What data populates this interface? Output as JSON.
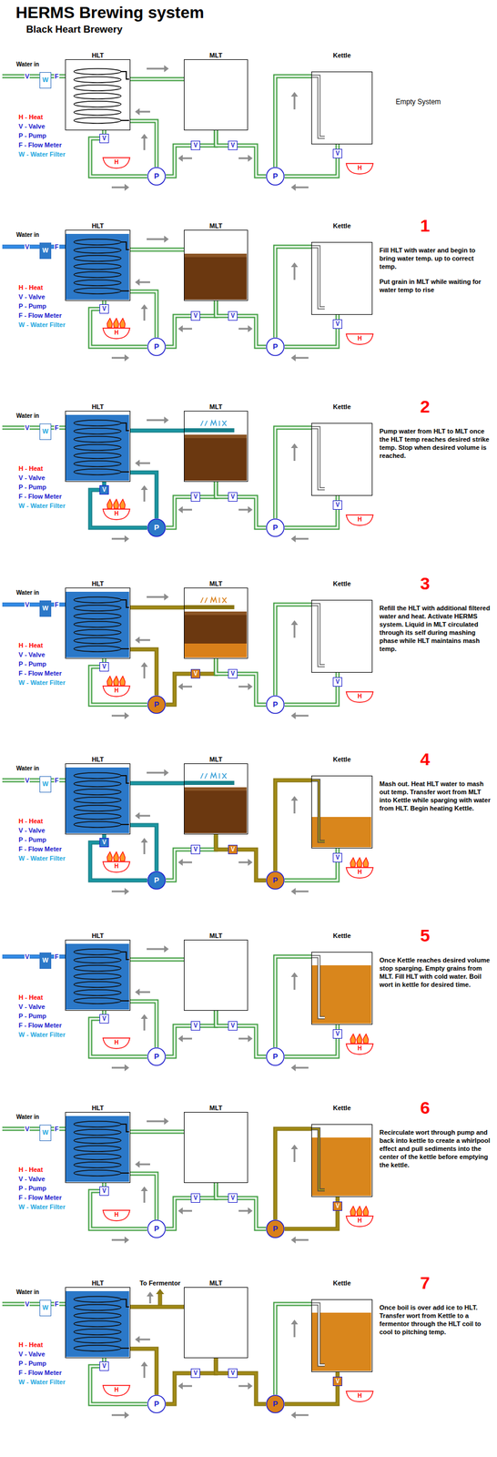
{
  "diagram": {
    "title": "HERMS Brewing system",
    "nodes": [
      {
        "text": [
          "W"
        ]
      },
      {
        "text": [
          "HLT"
        ]
      },
      {
        "text": [
          "MLT"
        ]
      },
      {
        "text": [
          "Kettle"
        ]
      },
      {
        "text": [
          "V"
        ]
      },
      {
        "text": [
          "V"
        ]
      },
      {
        "text": [
          "V"
        ]
      },
      {
        "text": [
          "V"
        ]
      },
      {
        "text": [
          "H"
        ]
      },
      {
        "text": [
          "P"
        ]
      },
      {
        "text": [
          "P"
        ]
      },
      {
        "text": [
          "H"
        ]
      },
      {
        "text": [
          "W"
        ]
      },
      {
        "text": [
          "HLT"
        ]
      },
      {
        "text": [
          "MLT"
        ]
      },
      {
        "text": [
          "Kettle"
        ]
      },
      {
        "text": [
          "V"
        ]
      },
      {
        "text": [
          "V"
        ]
      },
      {
        "text": [
          "V"
        ]
      },
      {
        "text": [
          "V"
        ]
      },
      {
        "text": [
          "H"
        ]
      },
      {
        "text": [
          "P"
        ]
      },
      {
        "text": [
          "P"
        ]
      },
      {
        "text": [
          "H"
        ]
      },
      {
        "text": [
          "W"
        ]
      },
      {
        "text": [
          "HLT"
        ]
      },
      {
        "text": [
          "MLT"
        ]
      },
      {
        "text": [
          "Kettle"
        ]
      },
      {
        "text": [
          "V"
        ]
      },
      {
        "text": [
          "V"
        ]
      },
      {
        "text": [
          "V"
        ]
      },
      {
        "text": [
          "V"
        ]
      },
      {
        "text": [
          "H"
        ]
      },
      {
        "text": [
          "P"
        ]
      },
      {
        "text": [
          "P"
        ]
      },
      {
        "text": [
          "H"
        ]
      },
      {
        "text": [
          "W"
        ]
      },
      {
        "text": [
          "HLT"
        ]
      },
      {
        "text": [
          "MLT"
        ]
      },
      {
        "text": [
          "Kettle"
        ]
      },
      {
        "text": [
          "V"
        ]
      },
      {
        "text": [
          "V"
        ]
      },
      {
        "text": [
          "V"
        ]
      },
      {
        "text": [
          "V"
        ]
      },
      {
        "text": [
          "H"
        ]
      },
      {
        "text": [
          "P"
        ]
      },
      {
        "text": [
          "P"
        ]
      },
      {
        "text": [
          "H"
        ]
      },
      {
        "text": [
          "W"
        ]
      },
      {
        "text": [
          "HLT"
        ]
      },
      {
        "text": [
          "MLT"
        ]
      },
      {
        "text": [
          "Kettle"
        ]
      },
      {
        "text": [
          "V"
        ]
      },
      {
        "text": [
          "V"
        ]
      },
      {
        "text": [
          "V"
        ]
      },
      {
        "text": [
          "V"
        ]
      },
      {
        "text": [
          "H"
        ]
      },
      {
        "text": [
          "P"
        ]
      },
      {
        "text": [
          "P"
        ]
      },
      {
        "text": [
          "H"
        ]
      },
      {
        "text": [
          "W"
        ]
      },
      {
        "text": [
          "HLT"
        ]
      },
      {
        "text": [
          "MLT"
        ]
      },
      {
        "text": [
          "Kettle"
        ]
      },
      {
        "text": [
          "V"
        ]
      },
      {
        "text": [
          "V"
        ]
      },
      {
        "text": [
          "V"
        ]
      },
      {
        "text": [
          "V"
        ]
      },
      {
        "text": [
          "H"
        ]
      },
      {
        "text": [
          "P"
        ]
      },
      {
        "text": [
          "P"
        ]
      },
      {
        "text": [
          "H"
        ]
      },
      {
        "text": [
          "W"
        ]
      },
      {
        "text": [
          "HLT"
        ]
      },
      {
        "text": [
          "MLT"
        ]
      },
      {
        "text": [
          "Kettle"
        ]
      },
      {
        "text": [
          "V"
        ]
      },
      {
        "text": [
          "V"
        ]
      },
      {
        "text": [
          "V"
        ]
      },
      {
        "text": [
          "V"
        ]
      },
      {
        "text": [
          "H"
        ]
      },
      {
        "text": [
          "P"
        ]
      },
      {
        "text": [
          "P"
        ]
      },
      {
        "text": [
          "H"
        ]
      },
      {
        "text": [
          "W"
        ]
      },
      {
        "text": [
          "HLT"
        ]
      },
      {
        "text": [
          "MLT"
        ]
      },
      {
        "text": [
          "Kettle"
        ]
      },
      {
        "text": [
          "V"
        ]
      },
      {
        "text": [
          "V"
        ]
      },
      {
        "text": [
          "V"
        ]
      },
      {
        "text": [
          "V"
        ]
      },
      {
        "text": [
          "H"
        ]
      },
      {
        "text": [
          "P"
        ]
      },
      {
        "text": [
          "P"
        ]
      },
      {
        "text": [
          "H"
        ]
      }
    ],
    "edges": [
      {
        "from": 0,
        "to": 1,
        "arrow": "none"
      },
      {
        "from": 1,
        "to": 4,
        "arrow": "none"
      },
      {
        "from": 4,
        "to": 9,
        "arrow": "none"
      },
      {
        "from": 9,
        "to": 1,
        "arrow": "none"
      },
      {
        "from": 1,
        "to": 2,
        "arrow": "none"
      },
      {
        "from": 2,
        "to": 5,
        "arrow": "none"
      },
      {
        "from": 2,
        "to": 6,
        "arrow": "none"
      },
      {
        "from": 5,
        "to": 9,
        "arrow": "none"
      },
      {
        "from": 6,
        "to": 10,
        "arrow": "none"
      },
      {
        "from": 10,
        "to": 3,
        "arrow": "none"
      },
      {
        "from": 3,
        "to": 7,
        "arrow": "none"
      },
      {
        "from": 7,
        "to": 10,
        "arrow": "none"
      },
      {
        "from": 12,
        "to": 13,
        "arrow": "none"
      },
      {
        "from": 13,
        "to": 16,
        "arrow": "none"
      },
      {
        "from": 16,
        "to": 21,
        "arrow": "none"
      },
      {
        "from": 21,
        "to": 13,
        "arrow": "none"
      },
      {
        "from": 13,
        "to": 14,
        "arrow": "none"
      },
      {
        "from": 14,
        "to": 17,
        "arrow": "none"
      },
      {
        "from": 14,
        "to": 18,
        "arrow": "none"
      },
      {
        "from": 17,
        "to": 21,
        "arrow": "none"
      },
      {
        "from": 18,
        "to": 22,
        "arrow": "none"
      },
      {
        "from": 22,
        "to": 15,
        "arrow": "none"
      },
      {
        "from": 15,
        "to": 19,
        "arrow": "none"
      },
      {
        "from": 19,
        "to": 22,
        "arrow": "none"
      },
      {
        "from": 24,
        "to": 25,
        "arrow": "none"
      },
      {
        "from": 25,
        "to": 28,
        "arrow": "none"
      },
      {
        "from": 28,
        "to": 33,
        "arrow": "none"
      },
      {
        "from": 33,
        "to": 25,
        "arrow": "none"
      },
      {
        "from": 25,
        "to": 26,
        "arrow": "none"
      },
      {
        "from": 26,
        "to": 29,
        "arrow": "none"
      },
      {
        "from": 26,
        "to": 30,
        "arrow": "none"
      },
      {
        "from": 29,
        "to": 33,
        "arrow": "none"
      },
      {
        "from": 30,
        "to": 34,
        "arrow": "none"
      },
      {
        "from": 34,
        "to": 27,
        "arrow": "none"
      },
      {
        "from": 27,
        "to": 31,
        "arrow": "none"
      },
      {
        "from": 31,
        "to": 34,
        "arrow": "none"
      },
      {
        "from": 36,
        "to": 37,
        "arrow": "none"
      },
      {
        "from": 37,
        "to": 40,
        "arrow": "none"
      },
      {
        "from": 40,
        "to": 45,
        "arrow": "none"
      },
      {
        "from": 45,
        "to": 37,
        "arrow": "none"
      },
      {
        "from": 37,
        "to": 38,
        "arrow": "none"
      },
      {
        "from": 38,
        "to": 41,
        "arrow": "none"
      },
      {
        "from": 38,
        "to": 42,
        "arrow": "none"
      },
      {
        "from": 41,
        "to": 45,
        "arrow": "none"
      },
      {
        "from": 42,
        "to": 46,
        "arrow": "none"
      },
      {
        "from": 46,
        "to": 39,
        "arrow": "none"
      },
      {
        "from": 39,
        "to": 43,
        "arrow": "none"
      },
      {
        "from": 43,
        "to": 46,
        "arrow": "none"
      },
      {
        "from": 48,
        "to": 49,
        "arrow": "none"
      },
      {
        "from": 49,
        "to": 52,
        "arrow": "none"
      },
      {
        "from": 52,
        "to": 57,
        "arrow": "none"
      },
      {
        "from": 57,
        "to": 49,
        "arrow": "none"
      },
      {
        "from": 49,
        "to": 50,
        "arrow": "none"
      },
      {
        "from": 50,
        "to": 53,
        "arrow": "none"
      },
      {
        "from": 50,
        "to": 54,
        "arrow": "none"
      },
      {
        "from": 53,
        "to": 57,
        "arrow": "none"
      },
      {
        "from": 54,
        "to": 58,
        "arrow": "none"
      },
      {
        "from": 58,
        "to": 51,
        "arrow": "none"
      },
      {
        "from": 51,
        "to": 55,
        "arrow": "none"
      },
      {
        "from": 55,
        "to": 58,
        "arrow": "none"
      },
      {
        "from": 60,
        "to": 61,
        "arrow": "none"
      },
      {
        "from": 61,
        "to": 64,
        "arrow": "none"
      },
      {
        "from": 64,
        "to": 69,
        "arrow": "none"
      },
      {
        "from": 69,
        "to": 61,
        "arrow": "none"
      },
      {
        "from": 61,
        "to": 62,
        "arrow": "none"
      },
      {
        "from": 62,
        "to": 65,
        "arrow": "none"
      },
      {
        "from": 62,
        "to": 66,
        "arrow": "none"
      },
      {
        "from": 65,
        "to": 69,
        "arrow": "none"
      },
      {
        "from": 66,
        "to": 70,
        "arrow": "none"
      },
      {
        "from": 70,
        "to": 63,
        "arrow": "none"
      },
      {
        "from": 63,
        "to": 67,
        "arrow": "none"
      },
      {
        "from": 67,
        "to": 70,
        "arrow": "none"
      },
      {
        "from": 72,
        "to": 73,
        "arrow": "none"
      },
      {
        "from": 73,
        "to": 76,
        "arrow": "none"
      },
      {
        "from": 76,
        "to": 81,
        "arrow": "none"
      },
      {
        "from": 81,
        "to": 73,
        "arrow": "none"
      },
      {
        "from": 73,
        "to": 74,
        "arrow": "none"
      },
      {
        "from": 74,
        "to": 77,
        "arrow": "none"
      },
      {
        "from": 74,
        "to": 78,
        "arrow": "none"
      },
      {
        "from": 77,
        "to": 81,
        "arrow": "none"
      },
      {
        "from": 78,
        "to": 82,
        "arrow": "none"
      },
      {
        "from": 82,
        "to": 75,
        "arrow": "none"
      },
      {
        "from": 75,
        "to": 79,
        "arrow": "none"
      },
      {
        "from": 79,
        "to": 82,
        "arrow": "none"
      },
      {
        "from": 84,
        "to": 85,
        "arrow": "none"
      },
      {
        "from": 85,
        "to": 88,
        "arrow": "none"
      },
      {
        "from": 88,
        "to": 93,
        "arrow": "none"
      },
      {
        "from": 93,
        "to": 85,
        "arrow": "none"
      },
      {
        "from": 85,
        "to": 86,
        "arrow": "none"
      },
      {
        "from": 86,
        "to": 89,
        "arrow": "none"
      },
      {
        "from": 86,
        "to": 90,
        "arrow": "none"
      },
      {
        "from": 89,
        "to": 93,
        "arrow": "none"
      },
      {
        "from": 90,
        "to": 94,
        "arrow": "none"
      },
      {
        "from": 94,
        "to": 87,
        "arrow": "none"
      },
      {
        "from": 87,
        "to": 91,
        "arrow": "none"
      },
      {
        "from": 91,
        "to": 94,
        "arrow": "none"
      }
    ],
    "labels": [
      "Black Heart Brewery",
      "Water in",
      "V",
      "F",
      "Empty System",
      "Water in",
      "V",
      "F",
      "1",
      "Fill HLT with water and begin to bring water temp. up to correct temp.",
      "Put grain in MLT while waiting for water temp to rise",
      "Water in",
      "V",
      "F",
      "2",
      "Pump water from HLT to MLT once the HLT temp reaches desired strike temp. Stop when desired volume is reached.",
      "Water in",
      "V",
      "F",
      "3",
      "Refill the HLT with additional filtered water and heat. Activate HERMS system. Liquid in MLT circulated through its self during mashing phase while HLT maintains mash temp.",
      "Water in",
      "V",
      "F",
      "4",
      "Mash out. Heat HLT water to mash out temp. Transfer wort from MLT into Kettle while sparging with water from HLT. Begin heating Kettle.",
      "V",
      "F",
      "5",
      "Once Kettle reaches desired volume stop sparging. Empty grains from MLT. Fill HLT with cold water. Boil wort in kettle for desired time.",
      "Water in",
      "V",
      "F",
      "6",
      "Recirculate wort through pump and back into kettle to create a whirlpool effect and pull sediments into the center of the kettle before emptying the kettle.",
      "Water in",
      "V",
      "F",
      "To Fermentor",
      "7",
      "Once boil is over add ice to HLT. Transfer wort from Kettle to a fermentor through the HLT coil to cool to pitching temp."
    ],
    "legend": [
      {
        "text": "H - Heat"
      },
      {
        "text": "V - Valve"
      },
      {
        "text": "P - Pump"
      },
      {
        "text": "F - Flow Meter"
      },
      {
        "text": "W - Water Filter"
      },
      {
        "text": "H - Heat"
      },
      {
        "text": "V - Valve"
      },
      {
        "text": "P - Pump"
      },
      {
        "text": "F - Flow Meter"
      },
      {
        "text": "W - Water Filter"
      },
      {
        "text": "H - Heat"
      },
      {
        "text": "V - Valve"
      },
      {
        "text": "P - Pump"
      },
      {
        "text": "F - Flow Meter"
      },
      {
        "text": "W - Water Filter"
      },
      {
        "text": "H - Heat"
      },
      {
        "text": "V - Valve"
      },
      {
        "text": "P - Pump"
      },
      {
        "text": "F - Flow Meter"
      },
      {
        "text": "W - Water Filter"
      },
      {
        "text": "H - Heat"
      },
      {
        "text": "V - Valve"
      },
      {
        "text": "P - Pump"
      },
      {
        "text": "F - Flow Meter"
      },
      {
        "text": "W - Water Filter"
      },
      {
        "text": "H - Heat"
      },
      {
        "text": "V - Valve"
      },
      {
        "text": "P - Pump"
      },
      {
        "text": "F - Flow Meter"
      },
      {
        "text": "W - Water Filter"
      },
      {
        "text": "H - Heat"
      },
      {
        "text": "V - Valve"
      },
      {
        "text": "P - Pump"
      },
      {
        "text": "F - Flow Meter"
      },
      {
        "text": "W - Water Filter"
      },
      {
        "text": "H - Heat"
      },
      {
        "text": "V - Valve"
      },
      {
        "text": "P - Pump"
      },
      {
        "text": "F - Flow Meter"
      },
      {
        "text": "W - Water Filter"
      }
    ]
  }
}
